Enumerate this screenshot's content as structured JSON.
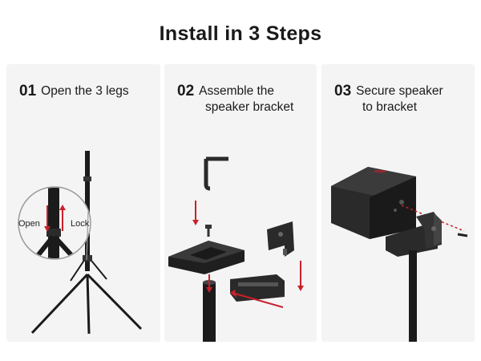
{
  "title": "Install in 3 Steps",
  "steps": [
    {
      "num": "01",
      "line1": "Open the 3 legs",
      "line2": ""
    },
    {
      "num": "02",
      "line1": "Assemble the",
      "line2": "speaker bracket"
    },
    {
      "num": "03",
      "line1": "Secure speaker",
      "line2": "to bracket"
    }
  ],
  "zoom_labels": {
    "open": "Open",
    "lock": "Lock"
  },
  "colors": {
    "accent": "#c8202a",
    "metal": "#1b1b1b",
    "panel": "#f4f4f4"
  }
}
